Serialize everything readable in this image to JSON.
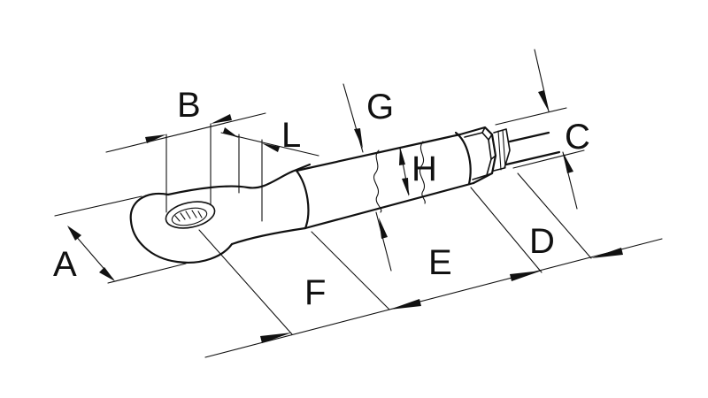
{
  "dimensions": {
    "A": "A",
    "B": "B",
    "C": "C",
    "D": "D",
    "E": "E",
    "F": "F",
    "G": "G",
    "H": "H",
    "L": "L"
  },
  "colors": {
    "line": "#111111",
    "background": "#ffffff"
  }
}
